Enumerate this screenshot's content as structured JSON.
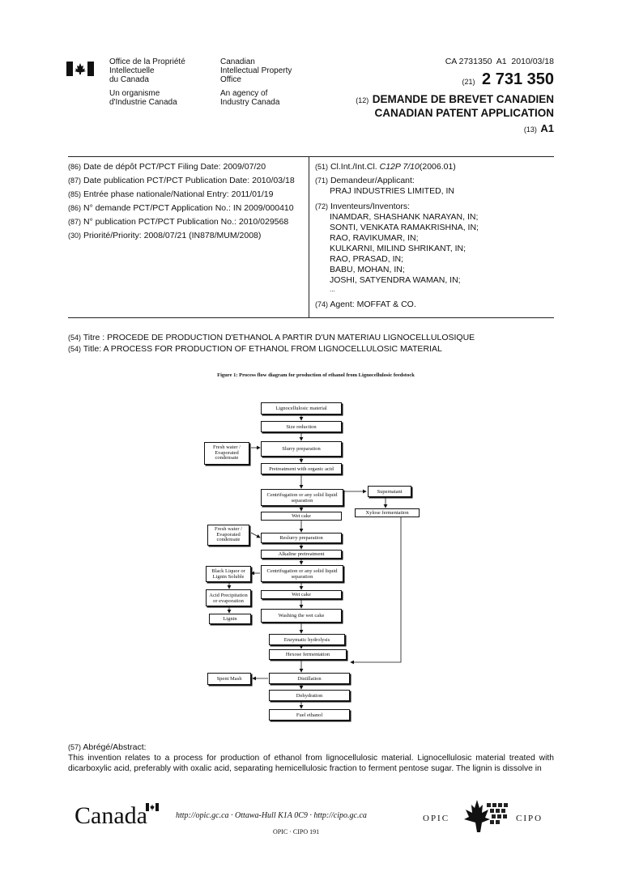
{
  "header": {
    "office_fr": [
      "Office de la Propriété",
      "Intellectuelle",
      "du Canada"
    ],
    "agency_fr": [
      "Un organisme",
      "d'Industrie Canada"
    ],
    "office_en": [
      "Canadian",
      "Intellectual Property",
      "Office"
    ],
    "agency_en": [
      "An agency of",
      "Industry Canada"
    ],
    "doc_ref": "CA 2731350  A1  2010/03/18",
    "code_21": "(21)",
    "app_number": "2 731 350",
    "code_12": "(12)",
    "title_fr": "DEMANDE DE BREVET CANADIEN",
    "title_en": "CANADIAN PATENT APPLICATION",
    "code_13": "(13)",
    "kind": "A1"
  },
  "left_fields": [
    {
      "code": "(86)",
      "label": "Date de dépôt PCT/PCT Filing Date:",
      "value": "2009/07/20"
    },
    {
      "code": "(87)",
      "label": "Date publication PCT/PCT Publication Date:",
      "value": "2010/03/18"
    },
    {
      "code": "(85)",
      "label": "Entrée phase nationale/National Entry:",
      "value": "2011/01/19"
    },
    {
      "code": "(86)",
      "label": "N° demande PCT/PCT Application No.:",
      "value": "IN 2009/000410"
    },
    {
      "code": "(87)",
      "label": "N° publication PCT/PCT Publication No.:",
      "value": "2010/029568"
    },
    {
      "code": "(30)",
      "label": "Priorité/Priority:",
      "value": "2008/07/21 (IN878/MUM/2008)"
    }
  ],
  "right_fields": {
    "cl_code": "(51)",
    "cl_label": "Cl.Int./Int.Cl.",
    "cl_value": "C12P 7/10",
    "cl_year": "(2006.01)",
    "app_code": "(71)",
    "app_label": "Demandeur/Applicant:",
    "app_value": "PRAJ INDUSTRIES LIMITED, IN",
    "inv_code": "(72)",
    "inv_label": "Inventeurs/Inventors:",
    "inventors": [
      "INAMDAR, SHASHANK NARAYAN, IN;",
      "SONTI, VENKATA RAMAKRISHNA, IN;",
      "RAO, RAVIKUMAR, IN;",
      "KULKARNI, MILIND SHRIKANT, IN;",
      "RAO, PRASAD, IN;",
      "BABU, MOHAN, IN;",
      "JOSHI, SATYENDRA WAMAN, IN;",
      "..."
    ],
    "agent_code": "(74)",
    "agent_label": "Agent:",
    "agent_value": "MOFFAT & CO."
  },
  "titles": {
    "fr_code": "(54)",
    "fr_label": "Titre :",
    "fr_value": "PROCEDE DE PRODUCTION D'ETHANOL A PARTIR D'UN MATERIAU LIGNOCELLULOSIQUE",
    "en_code": "(54)",
    "en_label": "Title:",
    "en_value": "A PROCESS FOR PRODUCTION OF ETHANOL FROM LIGNOCELLULOSIC MATERIAL"
  },
  "figure": {
    "caption": "Figure 1: Process flow diagram for production of ethanol from Lignocellulosic feedstock",
    "boxes": {
      "ligno": "Lignocellulosic material",
      "size": "Size reduction",
      "slurry1": "Slurry preparation",
      "pretreat": "Pretreatment with organic acid",
      "centri1": "Centrifugation or any solid liquid separation",
      "wetcake1": "Wet cake",
      "reslurry": "Reslurry preparation",
      "alkaline": "Alkaline pretreatment",
      "centri2": "Centrifugation or any solid liquid separation",
      "wetcake2": "Wet cake",
      "washing": "Washing the wet cake",
      "enzymatic": "Enzymatic hydrolysis",
      "hexose": "Hexose fermentation",
      "distill": "Distillation",
      "dehydr": "Dehydration",
      "fuel": "Fuel ethanol",
      "fresh1": "Fresh water / Evaporated condensate",
      "fresh2": "Fresh water / Evaporated condensate",
      "black": "Black Liquor or Lignin Soluble",
      "acidprec": "Acid Precipitation or evaporation",
      "lignin": "Lignin",
      "spent": "Spent Mash",
      "supernatant": "Supernatant",
      "xylose": "Xylose fermentation"
    }
  },
  "abstract": {
    "code": "(57)",
    "label": "Abrégé/Abstract:",
    "text": "This invention relates to a process for production of ethanol from lignocellulosic material. Lignocellulosic material treated with dicarboxylic acid, preferably with oxalic acid, separating hemicellulosic fraction to ferment pentose sugar. The lignin is dissolve in"
  },
  "footer": {
    "wordmark": "Canada",
    "links": "http://opic.gc.ca · Ottawa-Hull K1A 0C9 · http://cipo.gc.ca",
    "opic": "OPIC",
    "cipo": "CIPO",
    "sub": "OPIC · CIPO 191"
  }
}
